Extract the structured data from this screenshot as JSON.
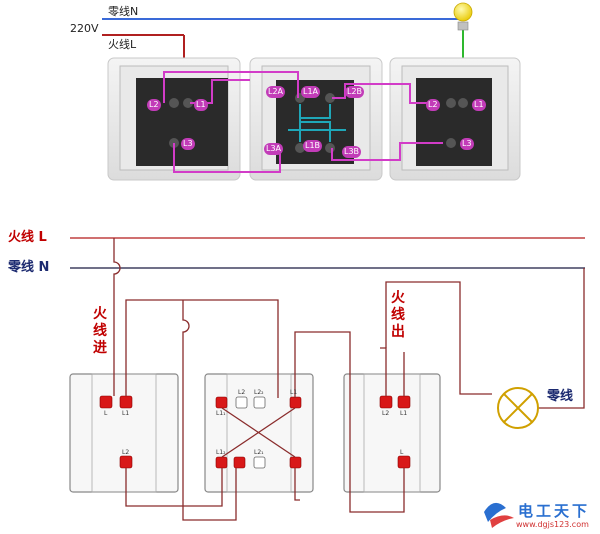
{
  "top": {
    "neutral_label": "零线N",
    "voltage_label": "220V",
    "live_label": "火线L",
    "left_switch": {
      "t1": "L1",
      "t2": "L2",
      "t3": "L3"
    },
    "mid_switch": {
      "l2a": "L2A",
      "l1a": "L1A",
      "l2b": "L2B",
      "l3a": "L3A",
      "l1b": "L1B",
      "l3b": "L3B"
    },
    "right_switch": {
      "t1": "L1",
      "t2": "L2",
      "t3": "L3"
    }
  },
  "bottom": {
    "live_line": "火线 L",
    "neutral_line": "零线 N",
    "live_in": "火线进",
    "live_out": "火线出",
    "lamp_neutral": "零线",
    "left_switch": {
      "l": "L",
      "l1": "L1",
      "l2": "L2"
    },
    "mid_switch": {
      "l2": "L2",
      "l2b": "L2₂",
      "l1": "L1",
      "l1a": "L1₁",
      "l2c": "L2₁",
      "l1c": "L1₂"
    },
    "right_switch": {
      "l2": "L2",
      "l1": "L1",
      "l": "L"
    }
  },
  "watermark": {
    "brand": "电工天下",
    "url": "www.dgjs123.com"
  },
  "colors": {
    "live": "#c00000",
    "neutral": "#1c2a70",
    "link": "#d23cc8",
    "cross": "#1fa7b8",
    "lamp": "#2eb82e"
  }
}
